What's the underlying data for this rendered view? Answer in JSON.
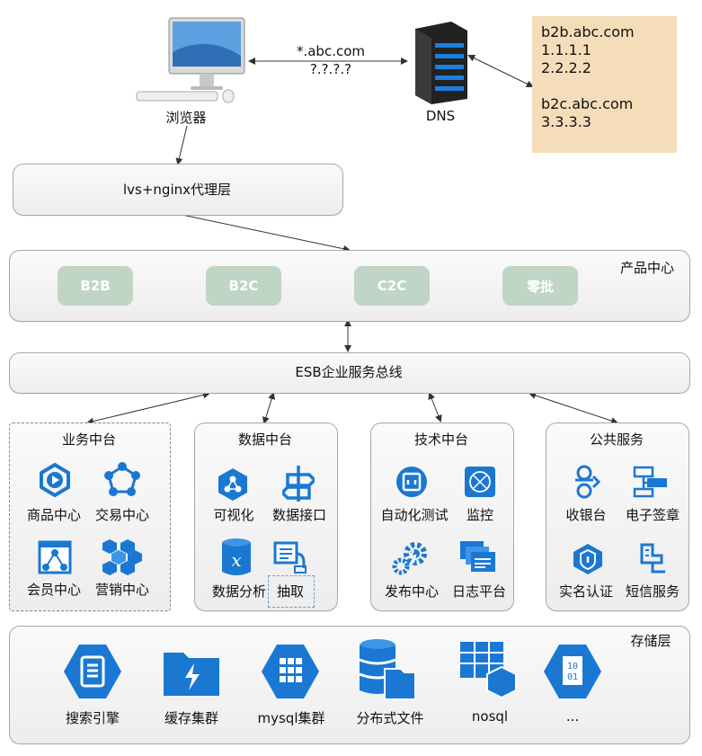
{
  "browser": {
    "label": "浏览器",
    "request_domain": "*.abc.com",
    "request_ip": "?.?.?.?"
  },
  "dns": {
    "label": "DNS"
  },
  "dns_records": {
    "line1": "b2b.abc.com",
    "line2": "1.1.1.1",
    "line3": "2.2.2.2",
    "line4": "b2c.abc.com",
    "line5": "3.3.3.3"
  },
  "proxy": {
    "label": "lvs+nginx代理层"
  },
  "product_center": {
    "label": "产品中心",
    "items": [
      "B2B",
      "B2C",
      "C2C",
      "零批"
    ]
  },
  "esb": {
    "label": "ESB企业服务总线"
  },
  "business_platform": {
    "title": "业务中台",
    "items": [
      "商品中心",
      "交易中心",
      "会员中心",
      "营销中心"
    ]
  },
  "data_platform": {
    "title": "数据中台",
    "items": [
      "可视化",
      "数据接口",
      "数据分析",
      "抽取"
    ]
  },
  "tech_platform": {
    "title": "技术中台",
    "items": [
      "自动化测试",
      "监控",
      "发布中心",
      "日志平台"
    ]
  },
  "public_services": {
    "title": "公共服务",
    "items": [
      "收银台",
      "电子签章",
      "实名认证",
      "短信服务"
    ]
  },
  "storage": {
    "label": "存储层",
    "items": [
      "搜索引擎",
      "缓存集群",
      "mysql集群",
      "分布式文件",
      "nosql",
      "..."
    ]
  },
  "colors": {
    "accent": "#1a78d2",
    "pill": "#bfd5c5",
    "note": "#f6ddba"
  },
  "icons": [
    "monitor-icon",
    "server-icon",
    "play-icon",
    "cluster-icon",
    "network-icon",
    "grid-icon",
    "sdk-icon",
    "api-icon",
    "analytics-icon",
    "extract-icon",
    "test-icon",
    "monitor-panel-icon",
    "gear-icon",
    "log-icon",
    "cashier-icon",
    "signature-icon",
    "id-shield-icon",
    "sms-icon",
    "document-icon",
    "bolt-folder-icon",
    "table-grid-icon",
    "database-icon",
    "nosql-icon",
    "binary-icon"
  ]
}
